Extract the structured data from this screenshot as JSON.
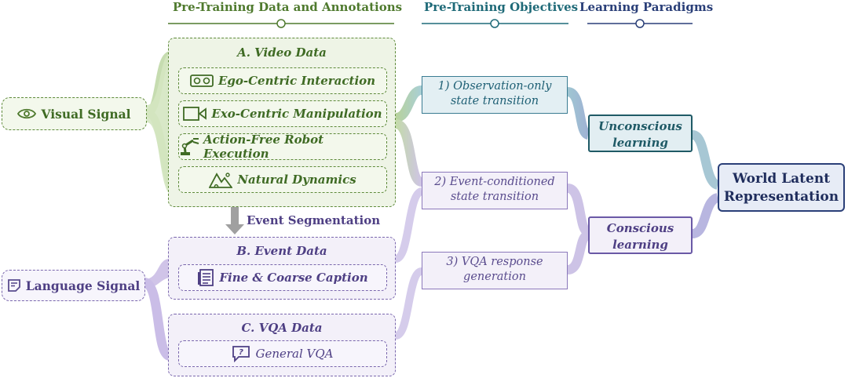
{
  "headers": {
    "data": "Pre-Training Data and Annotations",
    "objectives": "Pre-Training Objectives",
    "paradigms": "Learning Paradigms"
  },
  "signals": {
    "visual": "Visual Signal",
    "language": "Language Signal"
  },
  "video_data": {
    "title": "A. Video Data",
    "items": [
      {
        "label": "Ego-Centric Interaction",
        "icon": "vr-headset-icon"
      },
      {
        "label": "Exo-Centric Manipulation",
        "icon": "video-camera-icon"
      },
      {
        "label": "Action-Free Robot Execution",
        "icon": "robot-arm-icon"
      },
      {
        "label": "Natural Dynamics",
        "icon": "mountain-icon"
      }
    ]
  },
  "event_segmentation": "Event Segmentation",
  "event_data": {
    "title": "B. Event Data",
    "items": [
      {
        "label": "Fine & Coarse Caption",
        "icon": "document-list-icon"
      }
    ]
  },
  "vqa_data": {
    "title": "C. VQA Data",
    "items": [
      {
        "label": "General VQA",
        "icon": "question-chat-icon"
      }
    ]
  },
  "objectives": [
    {
      "line1": "1) Observation-only",
      "line2": "state transition"
    },
    {
      "line1": "2) Event-conditioned",
      "line2": "state transition"
    },
    {
      "line1": "3) VQA response",
      "line2": "generation"
    }
  ],
  "paradigms": [
    {
      "line1": "Unconscious",
      "line2": "learning"
    },
    {
      "line1": "Conscious",
      "line2": "learning"
    }
  ],
  "output": {
    "line1": "World Latent",
    "line2": "Representation"
  },
  "colors": {
    "green": "#5e8a3a",
    "teal": "#3a7c92",
    "purple": "#7a67ad",
    "navy": "#2a3f78"
  }
}
